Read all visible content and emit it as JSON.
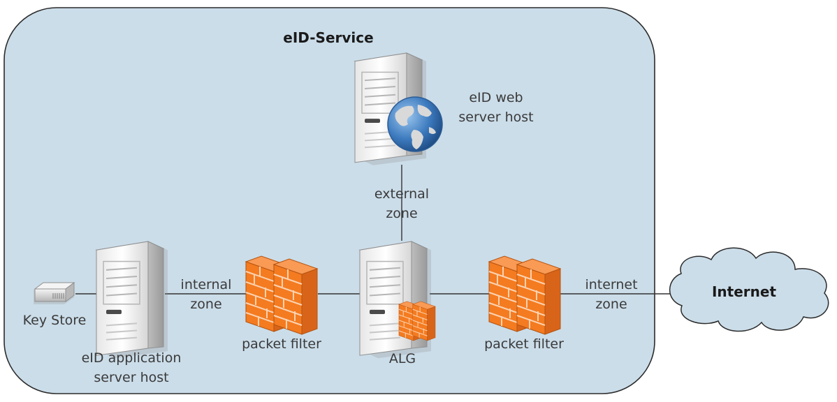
{
  "title": "eID-Service",
  "cloud_label": "Internet",
  "nodes": {
    "web_server": [
      "eID web",
      "server host"
    ],
    "app_server": [
      "eID application",
      "server host"
    ],
    "key_store": "Key Store",
    "alg": "ALG",
    "packet_filter_left": "packet filter",
    "packet_filter_right": "packet filter"
  },
  "zones": {
    "external": [
      "external",
      "zone"
    ],
    "internal": [
      "internal",
      "zone"
    ],
    "internet": [
      "internet",
      "zone"
    ]
  },
  "colors": {
    "service_fill": "#cbdde9",
    "service_border": "#2b2b2b",
    "firewall": "#f47b20",
    "firewall_dark": "#c2570d",
    "server_light": "#f2f2f2",
    "server_shade": "#c9c9c9",
    "globe": "#3d7bbf",
    "cloud_fill": "#cbdde9"
  }
}
